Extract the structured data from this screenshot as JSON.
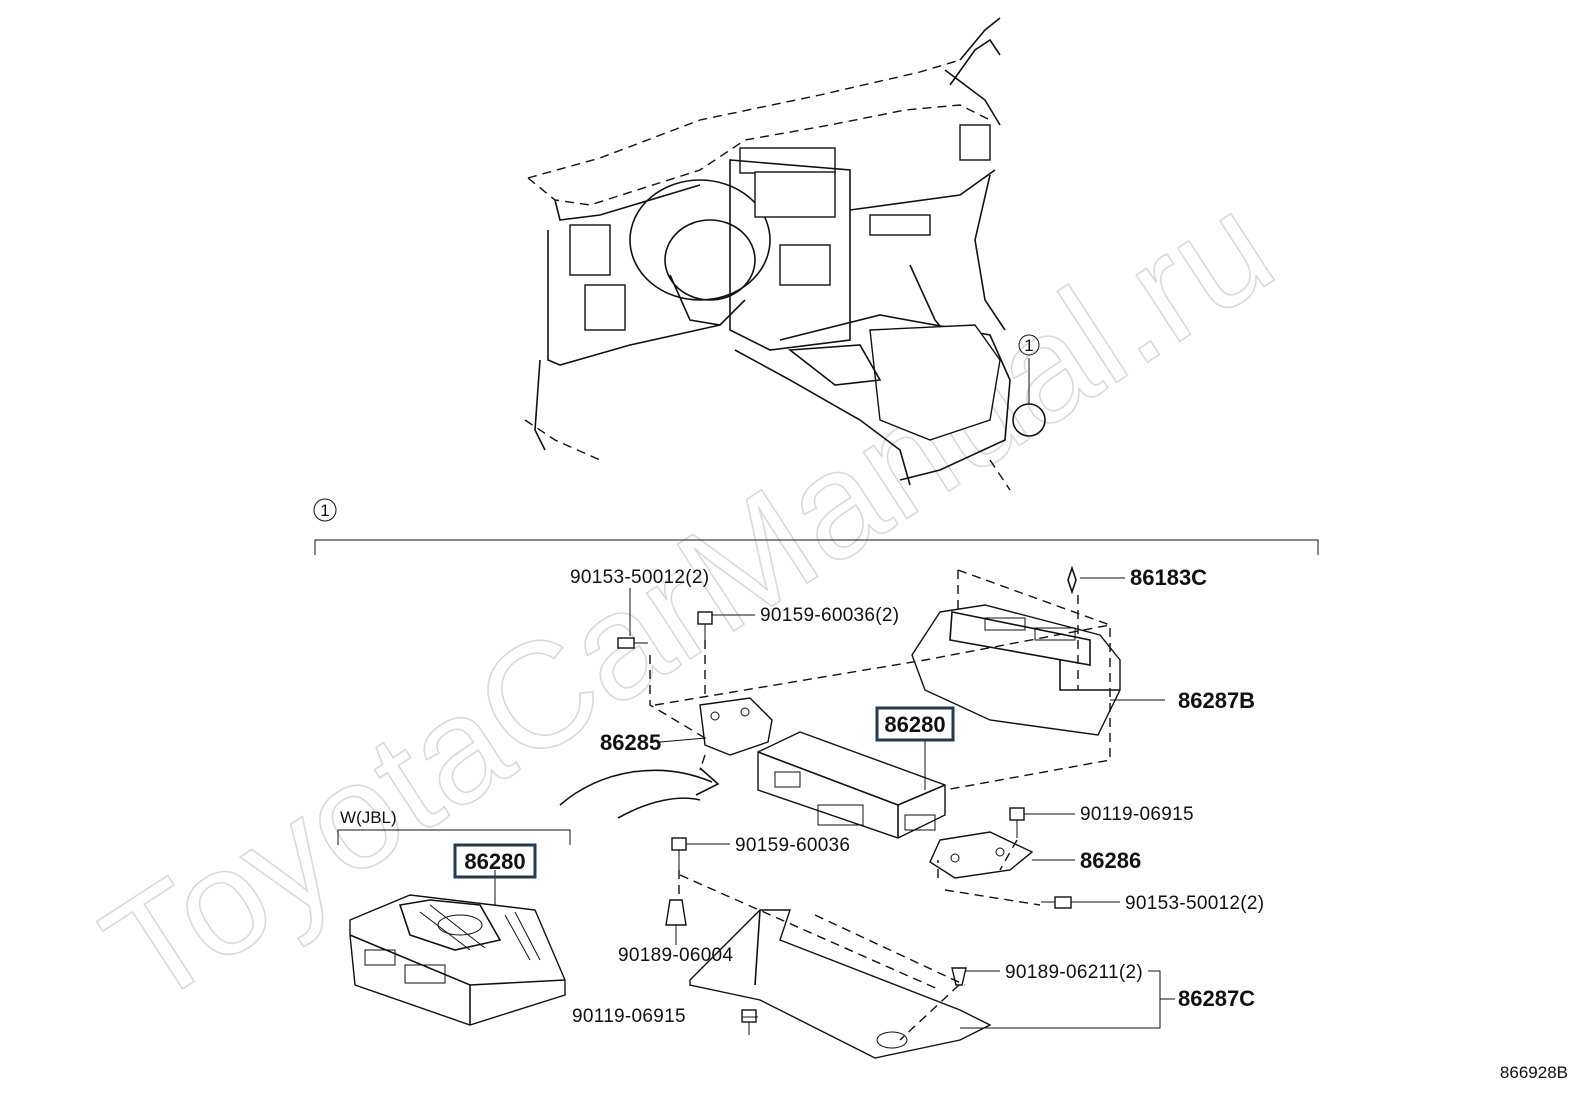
{
  "watermark": "ToyotaCarManual.ru",
  "diagram_code": "866928B",
  "callout": "1",
  "variant_label": "W(JBL)",
  "parts": {
    "p_90153_top": "90153-50012(2)",
    "p_90159_top": "90159-60036(2)",
    "p_86183C": "86183C",
    "p_86287B": "86287B",
    "p_86285": "86285",
    "p_86280_main": "86280",
    "p_86280_jbl": "86280",
    "p_90119_right": "90119-06915",
    "p_86286": "86286",
    "p_90159_mid": "90159-60036",
    "p_90153_bottom": "90153-50012(2)",
    "p_90189_06004": "90189-06004",
    "p_90189_06211": "90189-06211(2)",
    "p_86287C": "86287C",
    "p_90119_left": "90119-06915"
  }
}
